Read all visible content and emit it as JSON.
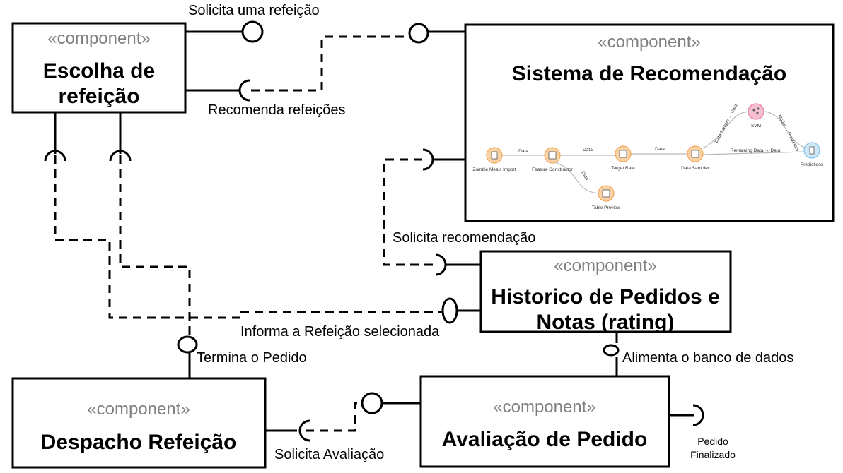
{
  "stereotype": "«component»",
  "components": {
    "escolha": {
      "line1": "Escolha de",
      "line2": "refeição"
    },
    "sistema": {
      "name": "Sistema de Recomendação"
    },
    "historico": {
      "line1": "Historico de Pedidos e",
      "line2": "Notas (rating)"
    },
    "despacho": {
      "name": "Despacho Refeição"
    },
    "avaliacao": {
      "name": "Avaliação de Pedido"
    }
  },
  "labels": {
    "solicita_refeicao": "Solicita uma refeição",
    "recomenda_refeicoes": "Recomenda refeições",
    "solicita_recomendacao": "Solicita recomendação",
    "informa_refeicao": "Informa a Refeição selecionada",
    "termina_pedido": "Termina o Pedido",
    "alimenta_banco": "Alimenta o banco de dados",
    "solicita_avaliacao": "Solicita Avaliação",
    "pedido_line1": "Pedido",
    "pedido_line2": "Finalizado"
  },
  "workflow": {
    "nodes": {
      "zombie": "Zombie Meals Import",
      "feature": "Feature Constructor",
      "target": "Target Rate",
      "sampler": "Data Sampler",
      "svm": "SVM",
      "predictions": "Predictions",
      "preview": "Table Preview"
    },
    "edges": {
      "zombie_feature": "Data",
      "feature_target": "Data",
      "target_sampler": "Data",
      "feature_preview": "Data",
      "sampler_svm": "Data Sample → Data",
      "sampler_predictions": "Remaining Data → Data",
      "svm_predictions": "Model → Predictors"
    },
    "colors": {
      "orange": "#f9d3a6",
      "orange_ring": "#f3a95a",
      "pink": "#f5bfd0",
      "pink_ring": "#e97fa0",
      "blue": "#cfe8f6",
      "blue_ring": "#7cc0e6"
    }
  }
}
